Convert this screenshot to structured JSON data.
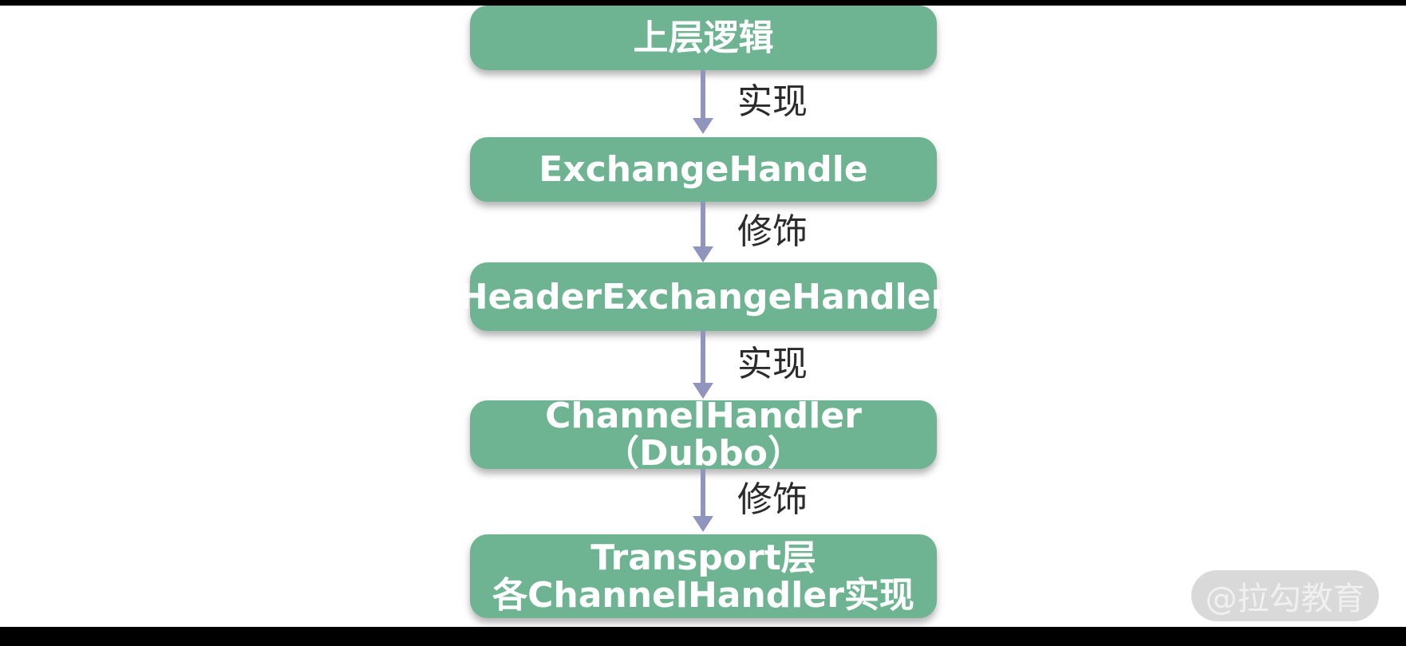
{
  "diagram": {
    "nodes": [
      {
        "id": "upper-logic",
        "label": "上层逻辑"
      },
      {
        "id": "exchange-handle",
        "label": "ExchangeHandle"
      },
      {
        "id": "header-exchange-handler",
        "label": "HeaderExchangeHandler"
      },
      {
        "id": "channel-handler-dubbo",
        "label": "ChannelHandler（Dubbo）"
      },
      {
        "id": "transport-channel-handlers",
        "lines": [
          "Transport层",
          "各ChannelHandler实现"
        ]
      }
    ],
    "edges": [
      {
        "from": "upper-logic",
        "to": "exchange-handle",
        "label": "实现"
      },
      {
        "from": "exchange-handle",
        "to": "header-exchange-handler",
        "label": "修饰"
      },
      {
        "from": "header-exchange-handler",
        "to": "channel-handler-dubbo",
        "label": "实现"
      },
      {
        "from": "channel-handler-dubbo",
        "to": "transport-channel-handlers",
        "label": "修饰"
      }
    ]
  },
  "watermark": {
    "text": "@拉勾教育"
  },
  "colors": {
    "background": "#FFFFFF",
    "bar": "#000000",
    "node_fill": "#6FB492",
    "node_text": "#FFFFFF",
    "arrow": "#8F95BC",
    "edge_label": "#2B2B2B",
    "watermark_bg": "#D9D9D9",
    "watermark_text": "#F0F0F0"
  }
}
